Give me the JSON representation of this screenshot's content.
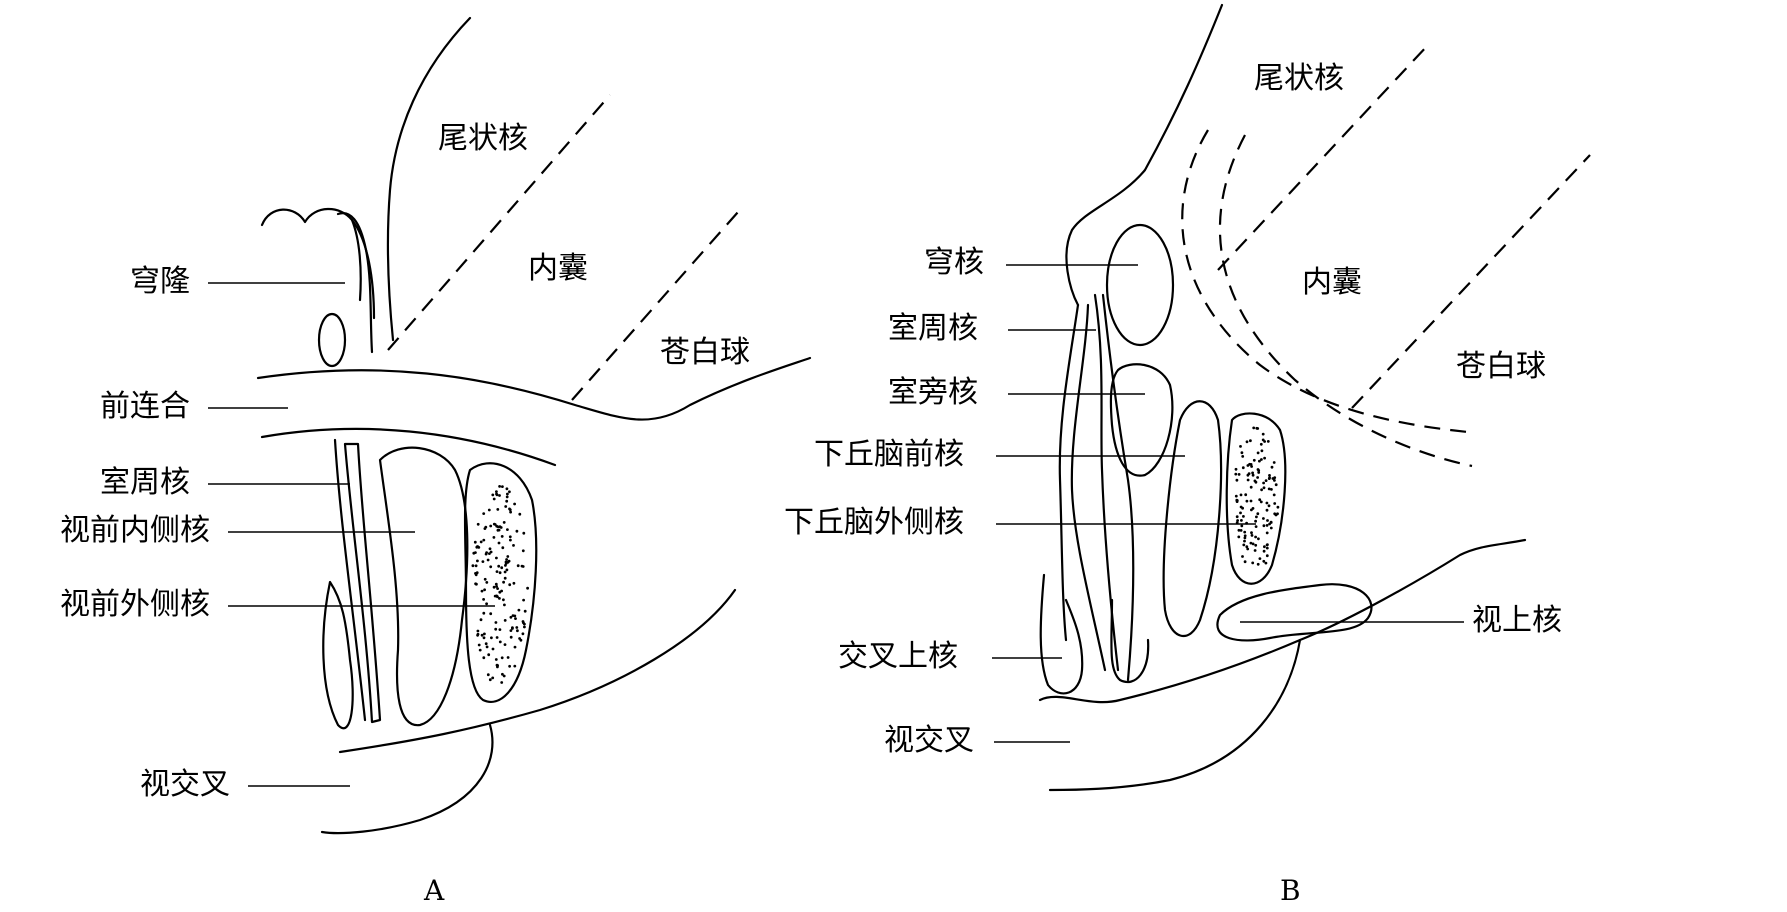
{
  "panel_a": {
    "caption": "A",
    "labels": {
      "caudate": "尾状核",
      "internal_capsule": "内囊",
      "globus_pallidus": "苍白球",
      "fornix": "穹隆",
      "anterior_commissure": "前连合",
      "periventricular": "室周核",
      "medial_preoptic": "视前内侧核",
      "lateral_preoptic": "视前外侧核",
      "optic_chiasm": "视交叉"
    }
  },
  "panel_b": {
    "caption": "B",
    "labels": {
      "caudate": "尾状核",
      "internal_capsule": "内囊",
      "globus_pallidus": "苍白球",
      "arcuate": "穹核",
      "periventricular": "室周核",
      "paraventricular": "室旁核",
      "anterior_hypothalamic": "下丘脑前核",
      "lateral_hypothalamic": "下丘脑外侧核",
      "suprachiasmatic": "交叉上核",
      "supraoptic": "视上核",
      "optic_chiasm": "视交叉"
    }
  }
}
